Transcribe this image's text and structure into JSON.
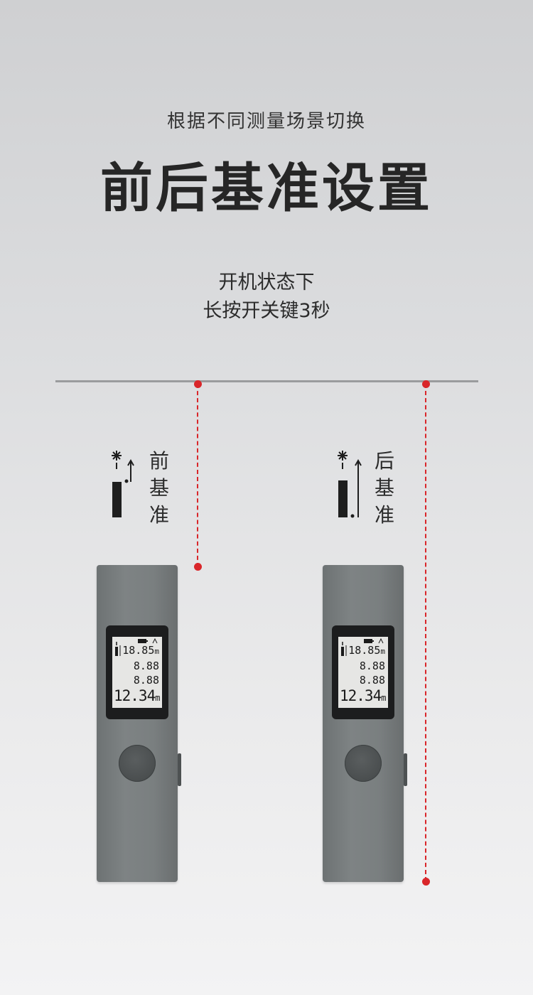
{
  "header": {
    "subtitle": "根据不同测量场景切换",
    "title": "前后基准设置"
  },
  "instruction": {
    "line1": "开机状态下",
    "line2": "长按开关键3秒"
  },
  "left_mode": {
    "label_chars": [
      "前",
      "基",
      "准"
    ]
  },
  "right_mode": {
    "label_chars": [
      "后",
      "基",
      "准"
    ]
  },
  "display": {
    "row1": "18.85",
    "row2": "8.88",
    "row3": "8.88",
    "main": "12.34",
    "main_unit": "m",
    "row_unit": "m"
  },
  "colors": {
    "laser": "#d9262a",
    "device_body": "#7a7f80",
    "reference_line": "#9a9b9d"
  }
}
